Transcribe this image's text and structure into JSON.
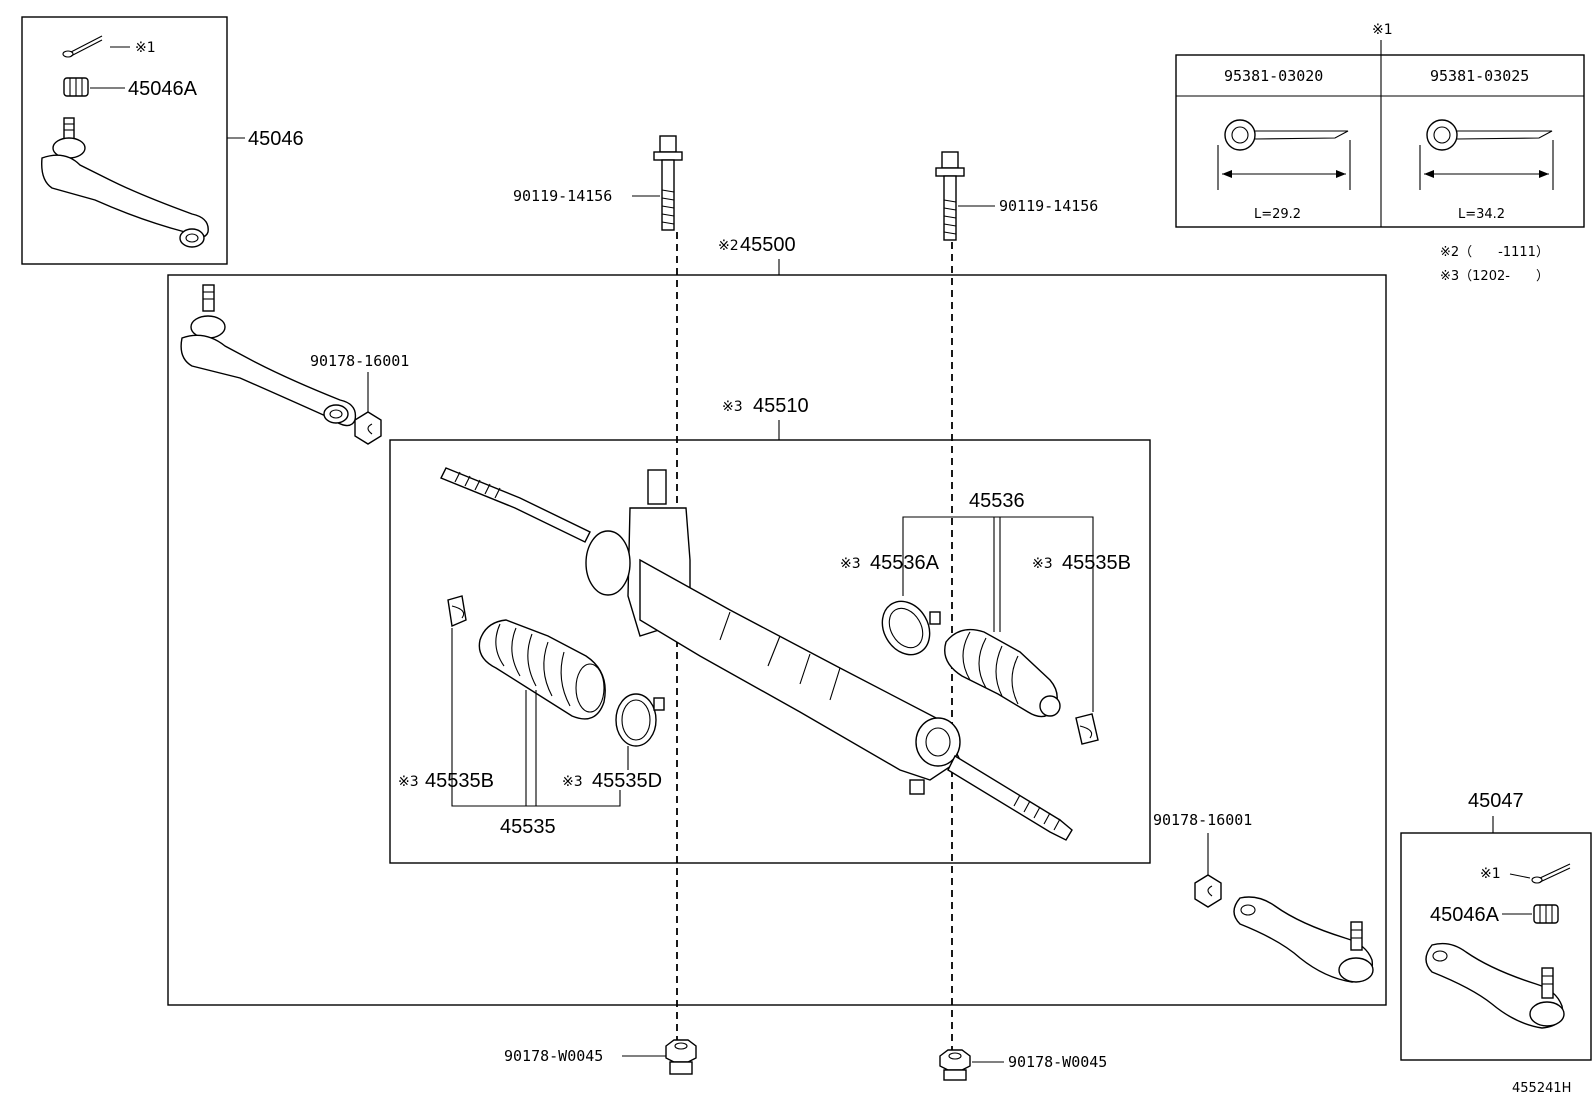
{
  "labels": {
    "p45046": "45046",
    "p45046A_tl": "45046A",
    "mark1_tl": "※1",
    "bolt_l": "90119-14156",
    "bolt_r": "90119-14156",
    "asm_mark": "※2",
    "asm": "45500",
    "nut_tl": "90178-16001",
    "sub_mark": "※3",
    "sub": "45510",
    "p45536": "45536",
    "p45536A_mark": "※3",
    "p45536A": "45536A",
    "p45535B_r_mark": "※3",
    "p45535B_r": "45535B",
    "p45535B_l_mark": "※3",
    "p45535B_l": "45535B",
    "p45535D_mark": "※3",
    "p45535D": "45535D",
    "p45535": "45535",
    "nut_br": "90178-16001",
    "p45047": "45047",
    "mark1_br": "※1",
    "p45046A_br": "45046A",
    "nutw_l": "90178-W0045",
    "nutw_r": "90178-W0045",
    "fig_no": "455241H"
  },
  "table": {
    "mark": "※1",
    "col1": "95381-03020",
    "col2": "95381-03025",
    "len1": "L=29.2",
    "len2": "L=34.2"
  },
  "notes": {
    "n2": "※2（　　-1111）",
    "n3": "※3（1202-　　）"
  }
}
